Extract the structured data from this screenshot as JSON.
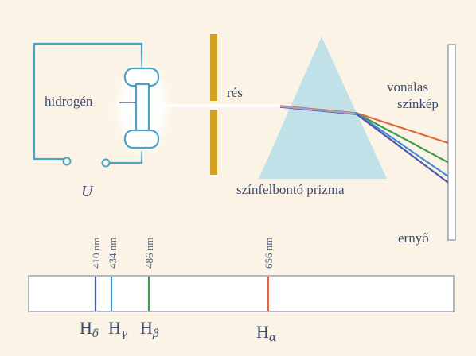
{
  "labels": {
    "hydrogen": "hidrogén",
    "slit": "rés",
    "voltage": "U",
    "prism": "színfelbontó prizma",
    "spectrum_line1": "vonalas",
    "spectrum_line2": "színkép",
    "screen": "ernyő"
  },
  "spectral_lines": [
    {
      "id": "delta",
      "wavelength": "410 nm",
      "symbol": "H",
      "subscript": "δ",
      "color": "#4f57a8"
    },
    {
      "id": "gamma",
      "wavelength": "434 nm",
      "symbol": "H",
      "subscript": "γ",
      "color": "#3f8fd4"
    },
    {
      "id": "beta",
      "wavelength": "486 nm",
      "symbol": "H",
      "subscript": "β",
      "color": "#3e9e4a"
    },
    {
      "id": "alpha",
      "wavelength": "656 nm",
      "symbol": "H",
      "subscript": "α",
      "color": "#e6663a"
    }
  ],
  "colors": {
    "background": "#fbf4e6",
    "circuit": "#4aa3c8",
    "slit": "#d4a21e",
    "prism": "#b9dfe8",
    "ink": "#3d4b6e"
  }
}
